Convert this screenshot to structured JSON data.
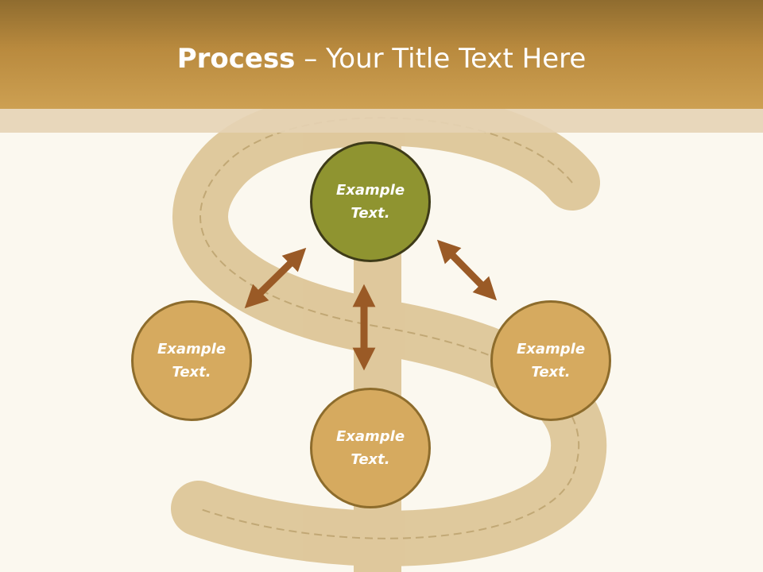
{
  "title": {
    "bold": "Process",
    "rest": " – Your Title Text Here"
  },
  "nodes": {
    "center": "Example Text.",
    "left": "Example Text.",
    "right": "Example Text.",
    "bottom": "Example Text."
  },
  "colors": {
    "header": "#b98a3e",
    "center_circle": "#8f9430",
    "gold_circle": "#d6aa5f",
    "arrow": "#9a5a26"
  }
}
